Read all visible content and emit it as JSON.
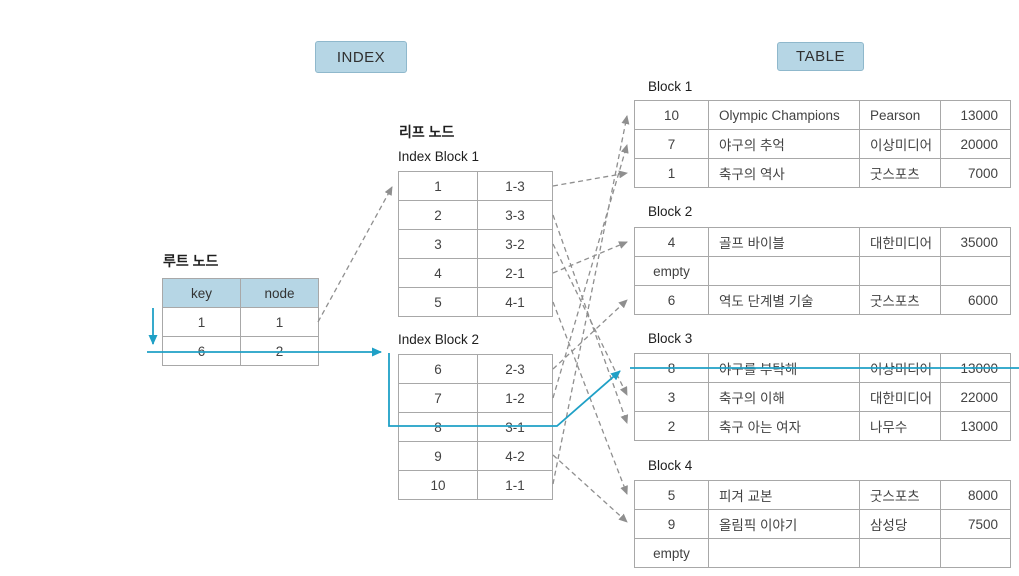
{
  "tags": {
    "index": "INDEX",
    "table": "TABLE"
  },
  "root_node": {
    "title": "루트 노드",
    "columns": [
      "key",
      "node"
    ],
    "rows": [
      [
        "1",
        "1"
      ],
      [
        "6",
        "2"
      ]
    ]
  },
  "leaf": {
    "title": "리프 노드",
    "blocks": [
      {
        "label": "Index Block 1",
        "rows": [
          [
            "1",
            "1-3"
          ],
          [
            "2",
            "3-3"
          ],
          [
            "3",
            "3-2"
          ],
          [
            "4",
            "2-1"
          ],
          [
            "5",
            "4-1"
          ]
        ]
      },
      {
        "label": "Index Block 2",
        "rows": [
          [
            "6",
            "2-3"
          ],
          [
            "7",
            "1-2"
          ],
          [
            "8",
            "3-1"
          ],
          [
            "9",
            "4-2"
          ],
          [
            "10",
            "1-1"
          ]
        ]
      }
    ]
  },
  "table_blocks": [
    {
      "label": "Block 1",
      "rows": [
        [
          "10",
          "Olympic Champions",
          "Pearson",
          "13000"
        ],
        [
          "7",
          "야구의 추억",
          "이상미디어",
          "20000"
        ],
        [
          "1",
          "축구의 역사",
          "굿스포츠",
          "7000"
        ]
      ]
    },
    {
      "label": "Block 2",
      "rows": [
        [
          "4",
          "골프 바이블",
          "대한미디어",
          "35000"
        ],
        [
          "empty",
          "",
          "",
          ""
        ],
        [
          "6",
          "역도 단계별 기술",
          "굿스포츠",
          "6000"
        ]
      ]
    },
    {
      "label": "Block 3",
      "rows": [
        [
          "8",
          "야구를 부탁해",
          "이상미디어",
          "13000"
        ],
        [
          "3",
          "축구의 이해",
          "대한미디어",
          "22000"
        ],
        [
          "2",
          "축구 아는 여자",
          "나무수",
          "13000"
        ]
      ]
    },
    {
      "label": "Block 4",
      "rows": [
        [
          "5",
          "피겨 교본",
          "굿스포츠",
          "8000"
        ],
        [
          "9",
          "올림픽 이야기",
          "삼성당",
          "7500"
        ],
        [
          "empty",
          "",
          "",
          ""
        ]
      ]
    }
  ],
  "connections": {
    "dashed_arrows": [
      {
        "from": "root_node row key 1",
        "to": "Index Block 1"
      },
      {
        "from": "Index Block 1 entry 1 (1-3)",
        "to": "Block 1 row 3"
      },
      {
        "from": "Index Block 1 entry 2 (3-3)",
        "to": "Block 3 row 3"
      },
      {
        "from": "Index Block 1 entry 3 (3-2)",
        "to": "Block 3 row 2"
      },
      {
        "from": "Index Block 1 entry 4 (2-1)",
        "to": "Block 2 row 1"
      },
      {
        "from": "Index Block 1 entry 5 (4-1)",
        "to": "Block 4 row 1"
      },
      {
        "from": "Index Block 2 entry 6 (2-3)",
        "to": "Block 2 row 3"
      },
      {
        "from": "Index Block 2 entry 7 (1-2)",
        "to": "Block 1 row 2"
      },
      {
        "from": "Index Block 2 entry 9 (4-2)",
        "to": "Block 4 row 2"
      },
      {
        "from": "Index Block 2 entry 10 (1-1)",
        "to": "Block 1 row 1"
      }
    ],
    "highlight_path": {
      "description": "루트 노드 row (6,2) → Index Block 2 row (8,3-1) → Block 3 row key 8",
      "color": "#1fa0c6"
    }
  },
  "colors": {
    "accent_fill": "#b6d6e5",
    "accent_border": "#8fb8cc",
    "highlight_line": "#1fa0c6",
    "connector_gray": "#8f8f8f",
    "table_border": "#a8a8a8"
  }
}
